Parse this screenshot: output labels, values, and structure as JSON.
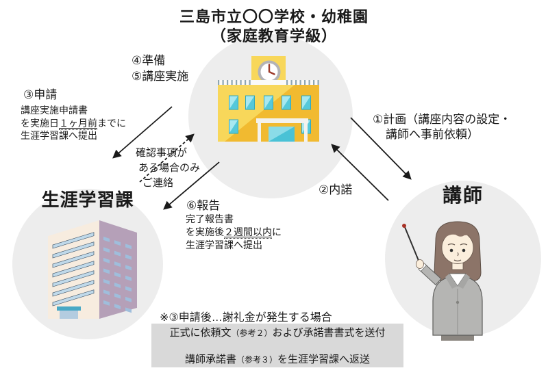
{
  "title": {
    "line1": "三島市立〇〇学校・幼稚園",
    "line2": "（家庭教育学級）"
  },
  "center_steps": {
    "step4": "④準備",
    "step5": "⑤講座実施"
  },
  "application": {
    "heading": "③申請",
    "body1": "講座実施申請書",
    "body2_pre": "を実施日",
    "body2_em": "１ヶ月前",
    "body2_post": "までに",
    "body3": "生涯学習課へ提出"
  },
  "contact_note": {
    "line1": "確認事項が",
    "line2": "ある場合のみ",
    "line3": "ご連絡"
  },
  "plan": {
    "line1": "①計画（講座内容の設定・",
    "line2": "講師へ事前依頼）"
  },
  "consent": {
    "label": "②内諾"
  },
  "report": {
    "heading": "⑥報告",
    "body1": "完了報告書",
    "body2_pre": "を実施後",
    "body2_em": "２週間以内",
    "body2_post": "に",
    "body3": "生涯学習課へ提出"
  },
  "entities": {
    "lifelong_learning": "生涯学習課",
    "lecturer": "講師"
  },
  "honorarium": {
    "note": "※③申請後…謝礼金が発生する場合",
    "send_pre": "正式に依頼文",
    "send_ref": "（参考２）",
    "send_post": "および承諾書書式を送付",
    "return_pre": "講師承諾書",
    "return_ref": "（参考３）",
    "return_post": "を生涯学習課へ返送"
  },
  "colors": {
    "circle_bg": "#EDEDED",
    "box_bg": "#D9D9D9",
    "school_yellow": "#F8D75A",
    "school_yellow_dark": "#F1BA30",
    "window_teal": "#69D1E1",
    "office_front": "#F7ECDF",
    "office_side": "#B5A0B8",
    "arrow": "#1A1A1A"
  }
}
